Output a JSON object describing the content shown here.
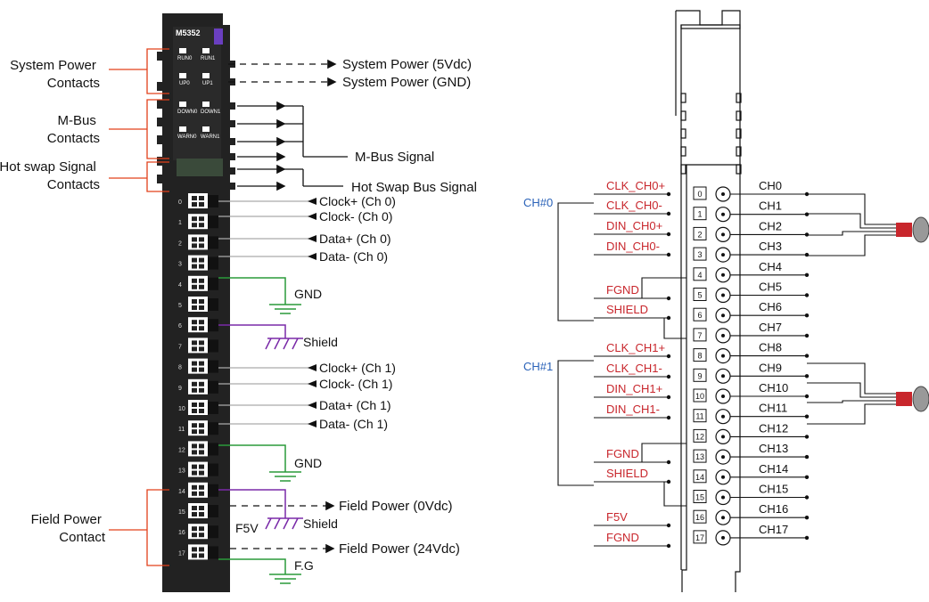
{
  "colors": {
    "redline": "#e2401a",
    "green": "#2a9a3a",
    "purple": "#7a2aa8",
    "blue": "#2a62b8",
    "red": "#c8262c",
    "module": "#1f1f1f"
  },
  "left": {
    "module_name": "M5352",
    "led_labels": [
      "RUN0",
      "RUN1",
      "UP0",
      "UP1",
      "DOWN0",
      "DOWN1",
      "WARN0",
      "WARN1"
    ],
    "contact_groups": [
      "System Power\nContacts",
      "M-Bus\nContacts",
      "Hot swap Signal\nContacts",
      "Field Power\nContact"
    ],
    "signals": {
      "sys5v": "System Power (5Vdc)",
      "sysgnd": "System Power (GND)",
      "mbus": "M-Bus Signal",
      "hotswap": "Hot Swap Bus Signal",
      "field0v": "Field Power (0Vdc)",
      "field24v": "Field Power (24Vdc)"
    },
    "terminals": [
      "0",
      "1",
      "2",
      "3",
      "4",
      "5",
      "6",
      "7",
      "8",
      "9",
      "10",
      "11",
      "12",
      "13",
      "14",
      "15",
      "16",
      "17"
    ],
    "pin_labels": [
      "Clock+ (Ch 0)",
      "Clock- (Ch 0)",
      "Data+ (Ch 0)",
      "Data- (Ch 0)",
      "GND",
      "Shield",
      "Clock+ (Ch 1)",
      "Clock- (Ch 1)",
      "Data+ (Ch 1)",
      "Data- (Ch 1)",
      "GND",
      "Shield",
      "F5V",
      "F.G"
    ]
  },
  "right": {
    "groups": [
      "CH#0",
      "CH#1"
    ],
    "signals": [
      "CLK_CH0+",
      "CLK_CH0-",
      "DIN_CH0+",
      "DIN_CH0-",
      "FGND",
      "SHIELD",
      "CLK_CH1+",
      "CLK_CH1-",
      "DIN_CH1+",
      "DIN_CH1-",
      "FGND",
      "SHIELD",
      "F5V",
      "FGND"
    ],
    "terminals": [
      "0",
      "1",
      "2",
      "3",
      "4",
      "5",
      "6",
      "7",
      "8",
      "9",
      "10",
      "11",
      "12",
      "13",
      "14",
      "15",
      "16",
      "17"
    ],
    "channels": [
      "CH0",
      "CH1",
      "CH2",
      "CH3",
      "CH4",
      "CH5",
      "CH6",
      "CH7",
      "CH8",
      "CH9",
      "CH10",
      "CH11",
      "CH12",
      "CH13",
      "CH14",
      "CH15",
      "CH16",
      "CH17"
    ]
  }
}
